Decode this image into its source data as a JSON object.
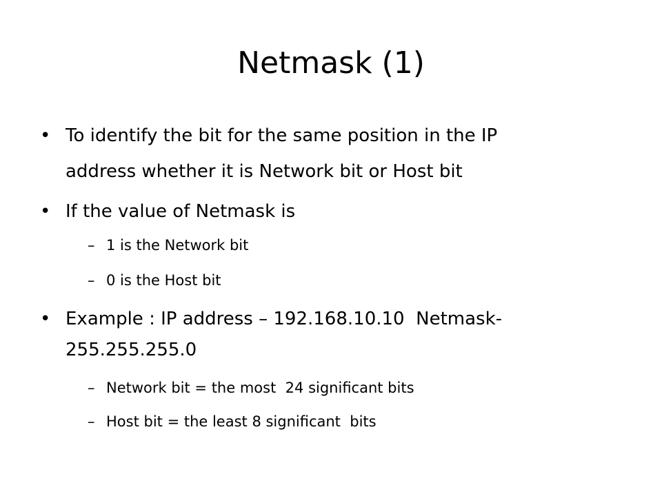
{
  "slide": {
    "title": "Netmask (1)",
    "bullet_symbol": "•",
    "dash_symbol": "–",
    "bullets": [
      {
        "lines": [
          "To identify the bit for the same position in the IP",
          "address whether it is Network bit or Host bit"
        ]
      },
      {
        "lines": [
          "If the value of Netmask is"
        ],
        "subs": [
          "1 is the Network bit",
          "0 is the Host bit"
        ]
      },
      {
        "lines": [
          "Example : IP address – 192.168.10.10  Netmask-",
          "255.255.255.0"
        ],
        "subs": [
          "Network bit = the most  24 significant bits",
          "Host bit = the least 8 significant  bits"
        ]
      }
    ]
  }
}
